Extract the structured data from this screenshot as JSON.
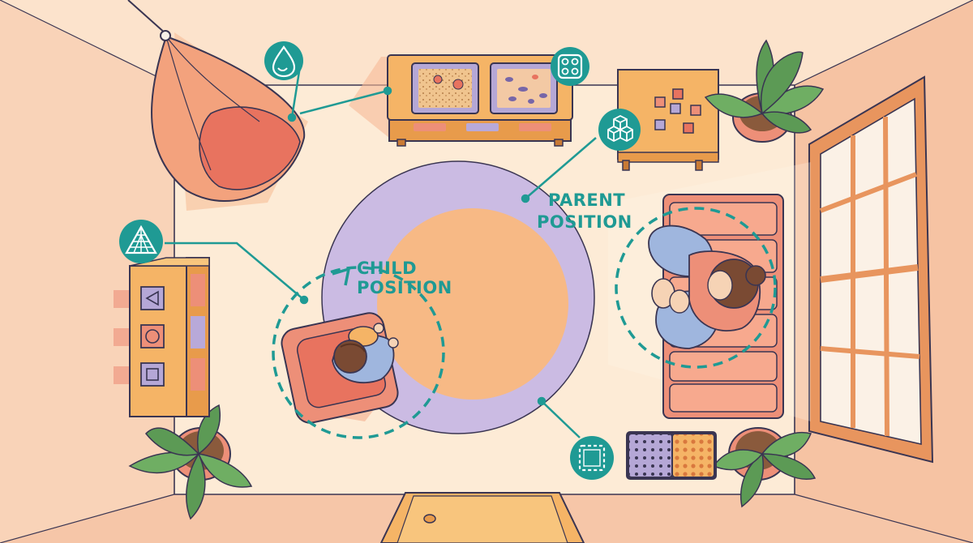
{
  "labels": {
    "child_position": [
      "CHILD",
      "POSITION"
    ],
    "parent_position": [
      "PARENT",
      "POSITION"
    ]
  },
  "icons": [
    "water-drop-icon",
    "sensory-bins-icon",
    "blocks-icon",
    "pyramid-icon",
    "texture-mat-icon"
  ],
  "colors": {
    "teal_accent": "#1f9a94",
    "rug_outer": "#cbbbe3",
    "rug_inner": "#f7b985",
    "furniture": "#f5b466",
    "cushion": "#ed8f78",
    "wall_warm": "#f7c7a8",
    "floor": "#fdebd6",
    "outline": "#3a3552"
  }
}
